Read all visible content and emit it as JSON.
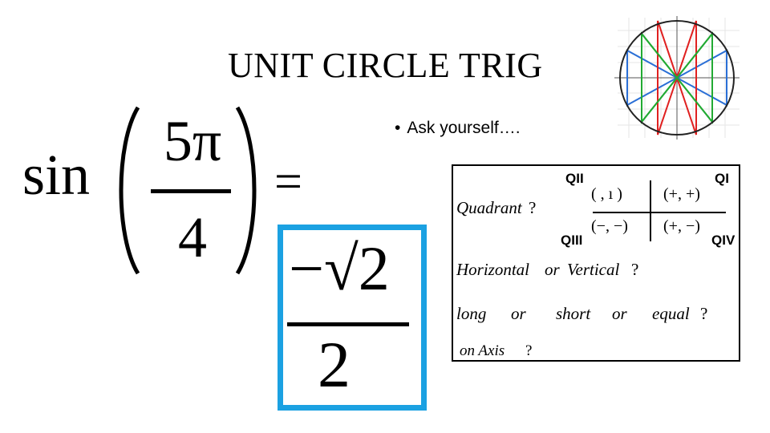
{
  "title": "UNIT CIRCLE TRIG",
  "bullet": {
    "marker": "•",
    "text": "Ask yourself…."
  },
  "formula": {
    "func": "sin",
    "numerator": "5π",
    "denominator": "4",
    "equals": "=",
    "answer_numerator": "−√2",
    "answer_denominator": "2",
    "answer_box_color": "#1ba1e2"
  },
  "panel": {
    "quadrant_q": "Quadrant",
    "qmark": "?",
    "labels": {
      "q1": "QI",
      "q2": "QII",
      "q3": "QIII",
      "q4": "QIV"
    },
    "signs": {
      "q1": "(+, +)",
      "q2": "( , ı )",
      "q3": "(−, −)",
      "q4": "(+, −)"
    },
    "horiz_vert": {
      "a": "Horizontal",
      "or": "or",
      "b": "Vertical"
    },
    "long_short": {
      "a": "long",
      "or1": "or",
      "b": "short",
      "or2": "or",
      "c": "equal"
    },
    "on_axis": "on Axis"
  },
  "icons": [
    "unit-circle-diagram"
  ],
  "colors": {
    "circle_red": "#e02020",
    "circle_green": "#22aa33",
    "circle_blue": "#2a6fd6"
  }
}
